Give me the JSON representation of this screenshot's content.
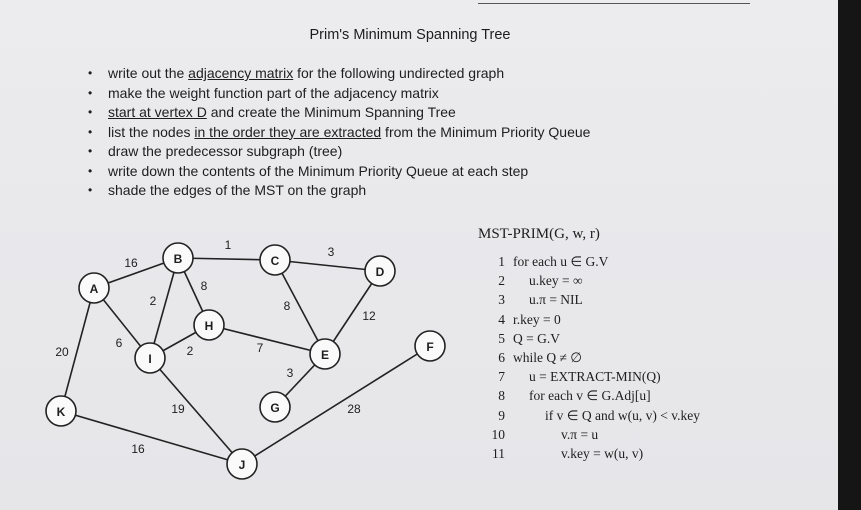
{
  "title": "Prim's Minimum Spanning Tree",
  "instructions": [
    {
      "parts": [
        {
          "t": "write out the ",
          "u": false
        },
        {
          "t": "adjacency matrix",
          "u": true
        },
        {
          "t": " for the following undirected graph",
          "u": false
        }
      ]
    },
    {
      "parts": [
        {
          "t": "make the weight function part of the adjacency matrix",
          "u": false
        }
      ]
    },
    {
      "parts": [
        {
          "t": "start at vertex D",
          "u": true
        },
        {
          "t": " and create the Minimum Spanning Tree",
          "u": false
        }
      ]
    },
    {
      "parts": [
        {
          "t": "list the nodes ",
          "u": false
        },
        {
          "t": "in the order they are extracted",
          "u": true
        },
        {
          "t": " from the Minimum Priority Queue",
          "u": false
        }
      ]
    },
    {
      "parts": [
        {
          "t": "draw the predecessor subgraph (tree)",
          "u": false
        }
      ]
    },
    {
      "parts": [
        {
          "t": "write down the contents of the Minimum Priority Queue at each step",
          "u": false
        }
      ]
    },
    {
      "parts": [
        {
          "t": "shade the edges of the MST on the graph",
          "u": false
        }
      ]
    }
  ],
  "graph": {
    "nodes": [
      "A",
      "B",
      "C",
      "D",
      "H",
      "I",
      "E",
      "F",
      "K",
      "G",
      "J"
    ],
    "edges": [
      {
        "from": "A",
        "to": "B",
        "w": "16"
      },
      {
        "from": "B",
        "to": "C",
        "w": "1"
      },
      {
        "from": "C",
        "to": "D",
        "w": "3"
      },
      {
        "from": "B",
        "to": "H",
        "w": "8"
      },
      {
        "from": "B",
        "to": "I",
        "w": "2"
      },
      {
        "from": "C",
        "to": "E",
        "w": "8"
      },
      {
        "from": "D",
        "to": "E",
        "w": "12"
      },
      {
        "from": "A",
        "to": "I",
        "w": "6"
      },
      {
        "from": "H",
        "to": "I",
        "w": "2"
      },
      {
        "from": "H",
        "to": "E",
        "w": "7"
      },
      {
        "from": "A",
        "to": "K",
        "w": "20"
      },
      {
        "from": "E",
        "to": "G",
        "w": "3"
      },
      {
        "from": "I",
        "to": "J",
        "w": "19"
      },
      {
        "from": "J",
        "to": "F",
        "w": "28"
      },
      {
        "from": "K",
        "to": "J",
        "w": "16"
      }
    ]
  },
  "algorithm": {
    "title": "MST-PRIM(G, w, r)",
    "lines": [
      {
        "n": "1",
        "indent": 0,
        "code": "for each u ∈ G.V"
      },
      {
        "n": "2",
        "indent": 1,
        "code": "u.key = ∞"
      },
      {
        "n": "3",
        "indent": 1,
        "code": "u.π = NIL"
      },
      {
        "n": "4",
        "indent": 0,
        "code": "r.key = 0"
      },
      {
        "n": "5",
        "indent": 0,
        "code": "Q = G.V"
      },
      {
        "n": "6",
        "indent": 0,
        "code": "while Q ≠ ∅"
      },
      {
        "n": "7",
        "indent": 1,
        "code": "u = EXTRACT-MIN(Q)"
      },
      {
        "n": "8",
        "indent": 1,
        "code": "for each v ∈ G.Adj[u]"
      },
      {
        "n": "9",
        "indent": 2,
        "code": "if v ∈ Q and w(u, v) < v.key"
      },
      {
        "n": "10",
        "indent": 3,
        "code": "v.π = u"
      },
      {
        "n": "11",
        "indent": 3,
        "code": "v.key = w(u, v)"
      }
    ]
  }
}
